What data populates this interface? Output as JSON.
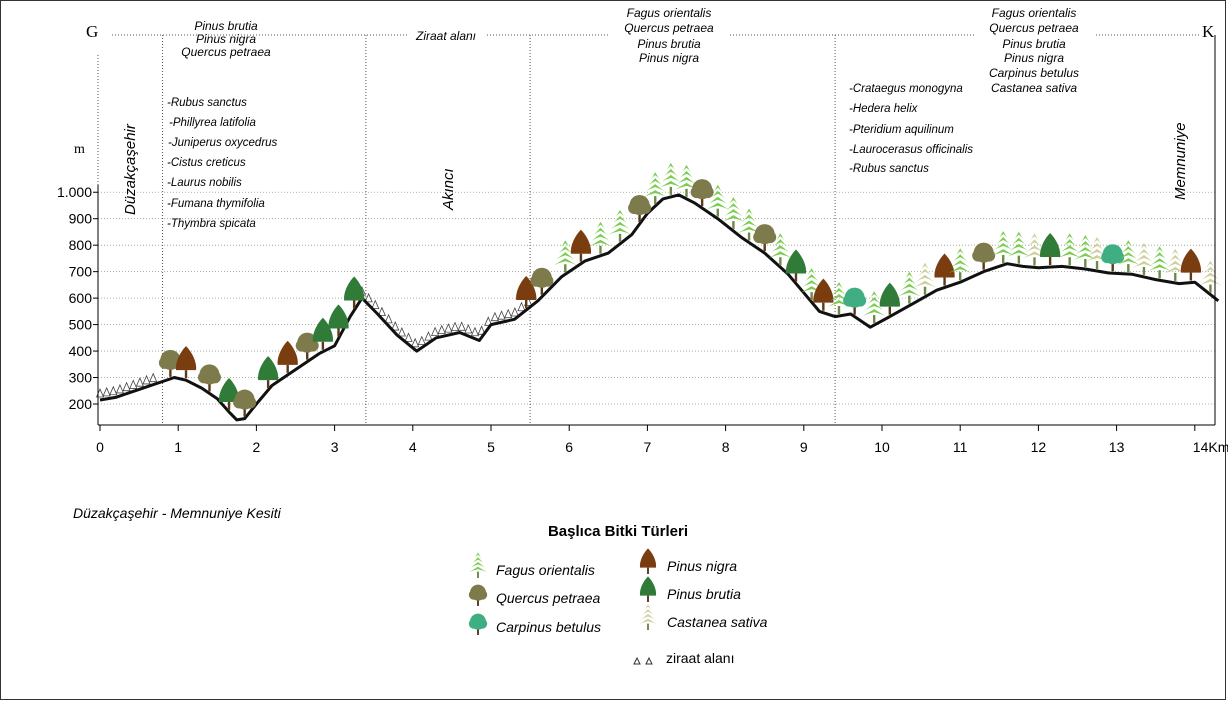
{
  "section": {
    "start_letter": "G",
    "end_letter": "K",
    "y_unit": "m",
    "x_unit": "Km",
    "caption": "Düzakçaşehir - Memnuniye Kesiti"
  },
  "chart_data": {
    "type": "area",
    "x_label": "Km",
    "y_label": "m",
    "xlim": [
      0,
      14.3
    ],
    "ylim": [
      120,
      1000
    ],
    "x_ticks": [
      0,
      1,
      2,
      3,
      4,
      5,
      6,
      7,
      8,
      9,
      10,
      11,
      12,
      13,
      14
    ],
    "x_tick_labels": [
      "0",
      "1",
      "2",
      "3",
      "4",
      "5",
      "6",
      "7",
      "8",
      "9",
      "10",
      "11",
      "12",
      "13",
      "14Km"
    ],
    "y_ticks": [
      200,
      300,
      400,
      500,
      600,
      700,
      800,
      900,
      1000
    ],
    "y_tick_labels": [
      "200",
      "300",
      "400",
      "500",
      "600",
      "700",
      "800",
      "900",
      "1.000"
    ],
    "series": [
      {
        "x": [
          0,
          0.2,
          0.5,
          0.8,
          0.95,
          1.1,
          1.3,
          1.5,
          1.65,
          1.75,
          1.85,
          2.0,
          2.2,
          2.5,
          2.8,
          3.0,
          3.2,
          3.35,
          3.55,
          3.8,
          4.05,
          4.3,
          4.6,
          4.85,
          5.0,
          5.3,
          5.6,
          5.9,
          6.2,
          6.5,
          6.8,
          7.0,
          7.2,
          7.4,
          7.6,
          7.9,
          8.2,
          8.5,
          8.8,
          9.0,
          9.2,
          9.4,
          9.6,
          9.85,
          10.1,
          10.4,
          10.7,
          11.0,
          11.3,
          11.6,
          11.8,
          12.0,
          12.3,
          12.6,
          12.9,
          13.2,
          13.5,
          13.8,
          14.0,
          14.3
        ],
        "y": [
          215,
          225,
          255,
          285,
          300,
          290,
          260,
          220,
          170,
          140,
          145,
          200,
          270,
          330,
          390,
          420,
          530,
          600,
          540,
          460,
          400,
          450,
          470,
          440,
          500,
          520,
          590,
          680,
          740,
          770,
          840,
          920,
          975,
          990,
          960,
          900,
          830,
          770,
          690,
          620,
          550,
          530,
          540,
          490,
          530,
          580,
          630,
          660,
          700,
          730,
          720,
          715,
          720,
          710,
          695,
          690,
          670,
          655,
          660,
          590
        ]
      }
    ],
    "dividers_km": [
      0.8,
      3.4,
      5.5,
      9.4
    ],
    "zones": [
      {
        "name": "Düzakçaşehir",
        "from": 0,
        "to": 0.8
      },
      {
        "name": "Akıncı",
        "from": 3.4,
        "to": 5.5
      },
      {
        "name": "Memnuniye",
        "from": 9.4,
        "to": 14.3
      }
    ],
    "agriculture_segments": [
      [
        0,
        0.75
      ],
      [
        3.35,
        5.55
      ]
    ]
  },
  "top_labels": {
    "segment1": [
      "Pinus brutia",
      "Pinus nigra",
      "Quercus petraea"
    ],
    "segment2": [
      "Ziraat alanı"
    ],
    "segment3": [
      "Fagus orientalis",
      "Quercus petraea",
      "Pinus brutia",
      "Pinus nigra"
    ],
    "segment4": [
      "Fagus orientalis",
      "Quercus petraea",
      "Pinus brutia",
      "Pinus nigra",
      "Carpinus betulus",
      "Castanea sativa"
    ]
  },
  "understory": {
    "segment1": [
      "-Rubus sanctus",
      "-Phillyrea latifolia",
      "-Juniperus oxycedrus",
      "-Cistus creticus",
      "-Laurus nobilis",
      "-Fumana thymifolia",
      "-Thymbra spicata"
    ],
    "segment4": [
      "-Crataegus monogyna",
      "-Hedera helix",
      "-Pteridium aquilinum",
      "-Laurocerasus officinalis",
      "-Rubus sanctus"
    ]
  },
  "trees": [
    {
      "km": 0.9,
      "sp": "Qp"
    },
    {
      "km": 1.1,
      "sp": "Pn"
    },
    {
      "km": 1.4,
      "sp": "Qp"
    },
    {
      "km": 1.65,
      "sp": "Pb"
    },
    {
      "km": 1.85,
      "sp": "Qp"
    },
    {
      "km": 2.15,
      "sp": "Pb"
    },
    {
      "km": 2.4,
      "sp": "Pn"
    },
    {
      "km": 2.65,
      "sp": "Qp"
    },
    {
      "km": 2.85,
      "sp": "Pb"
    },
    {
      "km": 3.05,
      "sp": "Pb"
    },
    {
      "km": 3.25,
      "sp": "Pb"
    },
    {
      "km": 5.45,
      "sp": "Pn"
    },
    {
      "km": 5.65,
      "sp": "Qp"
    },
    {
      "km": 5.95,
      "sp": "Fo"
    },
    {
      "km": 6.15,
      "sp": "Pn"
    },
    {
      "km": 6.4,
      "sp": "Fo"
    },
    {
      "km": 6.65,
      "sp": "Fo"
    },
    {
      "km": 6.9,
      "sp": "Qp"
    },
    {
      "km": 7.1,
      "sp": "Fo"
    },
    {
      "km": 7.3,
      "sp": "Fo"
    },
    {
      "km": 7.5,
      "sp": "Fo"
    },
    {
      "km": 7.7,
      "sp": "Qp"
    },
    {
      "km": 7.9,
      "sp": "Fo"
    },
    {
      "km": 8.1,
      "sp": "Fo"
    },
    {
      "km": 8.3,
      "sp": "Fo"
    },
    {
      "km": 8.5,
      "sp": "Qp"
    },
    {
      "km": 8.7,
      "sp": "Fo"
    },
    {
      "km": 8.9,
      "sp": "Pb"
    },
    {
      "km": 9.1,
      "sp": "Fo"
    },
    {
      "km": 9.25,
      "sp": "Pn"
    },
    {
      "km": 9.45,
      "sp": "Fo"
    },
    {
      "km": 9.65,
      "sp": "Cb"
    },
    {
      "km": 9.9,
      "sp": "Fo"
    },
    {
      "km": 10.1,
      "sp": "Pb"
    },
    {
      "km": 10.35,
      "sp": "Fo"
    },
    {
      "km": 10.55,
      "sp": "Cs"
    },
    {
      "km": 10.8,
      "sp": "Pn"
    },
    {
      "km": 11.0,
      "sp": "Fo"
    },
    {
      "km": 11.3,
      "sp": "Qp"
    },
    {
      "km": 11.55,
      "sp": "Fo"
    },
    {
      "km": 11.75,
      "sp": "Fo"
    },
    {
      "km": 11.95,
      "sp": "Cs"
    },
    {
      "km": 12.15,
      "sp": "Pb"
    },
    {
      "km": 12.4,
      "sp": "Fo"
    },
    {
      "km": 12.6,
      "sp": "Fo"
    },
    {
      "km": 12.75,
      "sp": "Cs"
    },
    {
      "km": 12.95,
      "sp": "Cb"
    },
    {
      "km": 13.15,
      "sp": "Fo"
    },
    {
      "km": 13.35,
      "sp": "Cs"
    },
    {
      "km": 13.55,
      "sp": "Fo"
    },
    {
      "km": 13.75,
      "sp": "Cs"
    },
    {
      "km": 13.95,
      "sp": "Pn"
    },
    {
      "km": 14.2,
      "sp": "Cs"
    }
  ],
  "legend": {
    "title": "Başlıca Bitki Türleri",
    "items": [
      {
        "sp": "Fo",
        "label": "Fagus orientalis"
      },
      {
        "sp": "Qp",
        "label": "Quercus petraea"
      },
      {
        "sp": "Cb",
        "label": "Carpinus betulus"
      },
      {
        "sp": "Pn",
        "label": "Pinus nigra"
      },
      {
        "sp": "Pb",
        "label": "Pinus brutia"
      },
      {
        "sp": "Cs",
        "label": "Castanea sativa"
      }
    ],
    "agri_label": "ziraat alanı"
  },
  "colors": {
    "Fo": "#7ccc52",
    "Qp": "#7d7b4c",
    "Cb": "#3fae83",
    "Pn": "#7a3d10",
    "Pb": "#2f7b37",
    "Cs": "#cfcf9c",
    "profile": "#111111",
    "grid": "#9a9a9a"
  }
}
